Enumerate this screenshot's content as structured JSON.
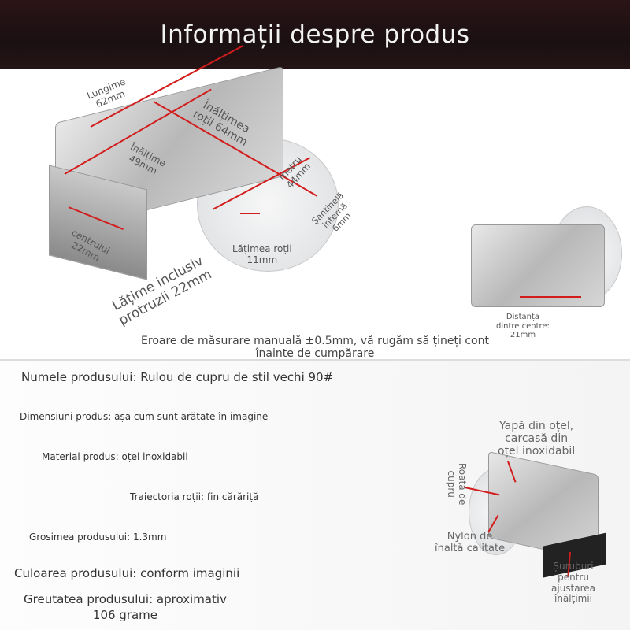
{
  "header": {
    "title": "Informații despre produs"
  },
  "dimensions": {
    "length": "Lungime\n62mm",
    "wheel_height": "Înălțimea\nroții 64mm",
    "height": "Înălțime\n49mm",
    "diameter": "metru\n44mm",
    "inner_groove": "Șantinelă\ninternă\n6mm",
    "wheel_width": "Lățimea roții\n11mm",
    "center": "centrului\n22mm",
    "width_protrusion": "Lățime inclusiv\nprotruzii 22mm",
    "center_distance": "Distanța\ndintre centre:\n21mm",
    "note": "Eroare de măsurare manuală ±0.5mm, vă rugăm să țineți cont înainte de cumpărare"
  },
  "specs": [
    "Numele produsului: Rulou de cupru de stil vechi 90#",
    "Dimensiuni produs: așa cum sunt arătate în imagine",
    "Material produs: oțel inoxidabil",
    "Traiectoria roții: fin cărăriță",
    "Grosimea produsului: 1.3mm",
    "Culoarea produsului: conform imaginii",
    "Greutatea produsului: aproximativ\n106 grame"
  ],
  "callouts": {
    "steel": "Yapă din oțel,\ncarcasă din\noțel inoxidabil",
    "copper_wheel": "Roata de\ncupru",
    "nylon": "Nylon de\nînaltă calitate",
    "screws": "Șuruburi\npentru\najustarea\nînălțimii"
  },
  "colors": {
    "header": "#1a1012",
    "accent": "#d21d1d"
  }
}
